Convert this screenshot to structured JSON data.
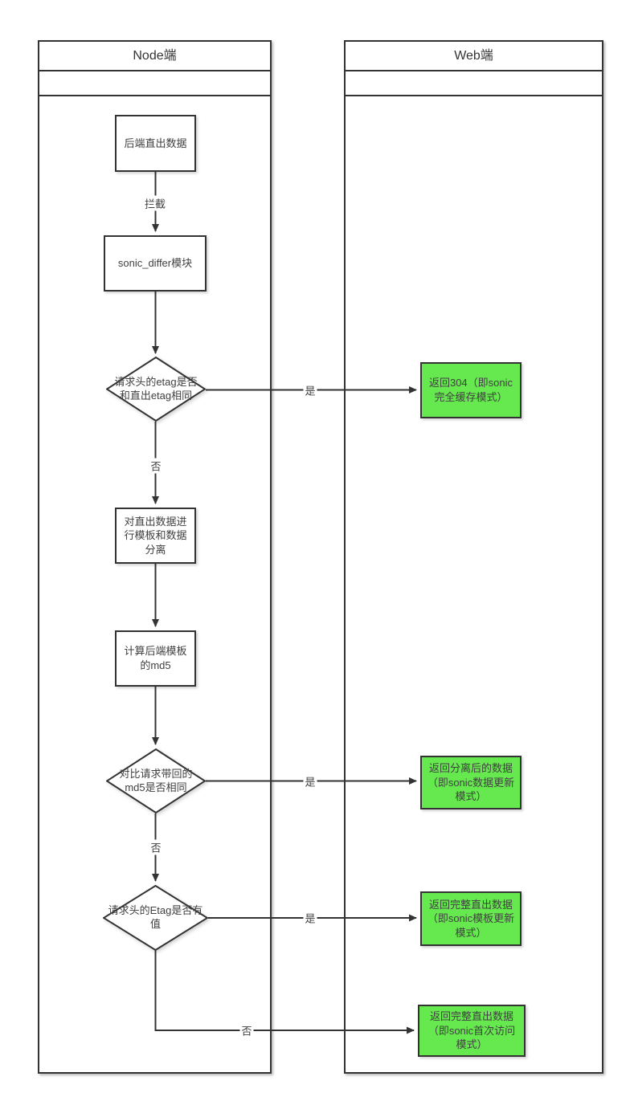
{
  "diagram": {
    "lanes": {
      "node": {
        "title": "Node端"
      },
      "web": {
        "title": "Web端"
      }
    },
    "nodes": {
      "backend_output": {
        "label": "后端直出数据"
      },
      "sonic_differ": {
        "label": "sonic_differ模块"
      },
      "etag_compare": {
        "label": "请求头的etag是否和直出etag相同"
      },
      "separate_template_data": {
        "label": "对直出数据进行模板和数据分离"
      },
      "calc_template_md5": {
        "label": "计算后端模板的md5"
      },
      "md5_compare": {
        "label": "对比请求带回的md5是否相同"
      },
      "etag_has_value": {
        "label": "请求头的Etag是否有值"
      },
      "return_304": {
        "label": "返回304（即sonic完全缓存模式）"
      },
      "return_separated_data": {
        "label": "返回分离后的数据（即sonic数据更新模式）"
      },
      "return_full_template_update": {
        "label": "返回完整直出数据（即sonic模板更新模式）"
      },
      "return_full_first_visit": {
        "label": "返回完整直出数据（即sonic首次访问模式）"
      }
    },
    "edge_labels": {
      "intercept": "拦截",
      "yes": "是",
      "no": "否"
    },
    "colors": {
      "result_fill": "#66E94F",
      "line": "#333333",
      "text": "#404040"
    }
  }
}
